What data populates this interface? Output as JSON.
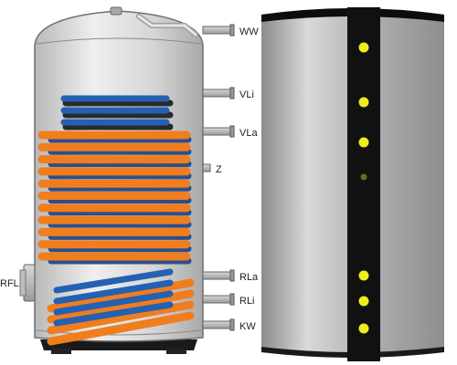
{
  "connection_labels": {
    "ww": "WW",
    "vli": "VLi",
    "vla": "VLa",
    "z": "Z",
    "rla": "RLa",
    "rli": "RLi",
    "kw": "KW",
    "rfl": "RFL"
  },
  "colors": {
    "upper_coil": "#2461b3",
    "middle_coil": "#f07d1e",
    "lower_coil": "#2461b3",
    "jacket_stripe": "#111111",
    "indicator_dot": "#ecec1e",
    "tank_metal": "#c7c7c7"
  },
  "right_tank_indicators": 7
}
